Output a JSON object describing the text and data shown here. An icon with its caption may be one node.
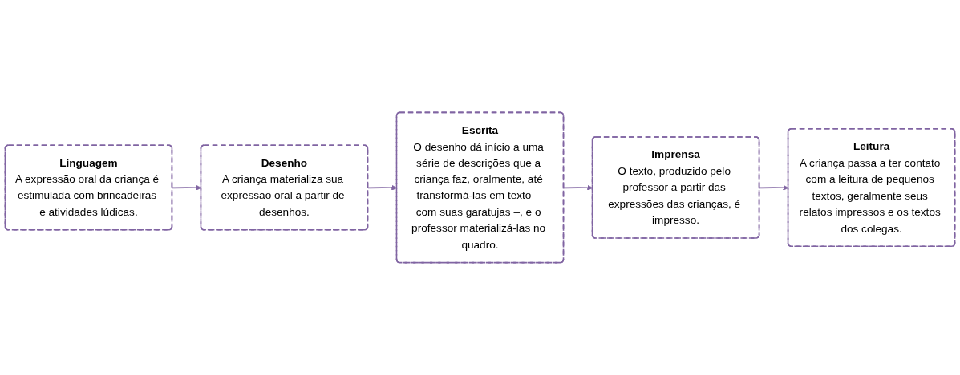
{
  "diagram": {
    "nodes": [
      {
        "text": [
          "Linguagem",
          "A expressão oral da criança é estimulada com brincadeiras e atividades lúdicas."
        ]
      },
      {
        "text": [
          "Desenho",
          "A criança materializa sua expressão oral a partir de desenhos."
        ]
      },
      {
        "text": [
          "Escrita",
          "O desenho dá início a uma série de descrições que a criança faz, oralmente, até transformá-las em texto – com suas garatujas –, e o professor materializá-las no quadro."
        ]
      },
      {
        "text": [
          "Leitura",
          "A criança passa a ter contato com a leitura de pequenos textos, geralmente seus relatos impressos e os textos dos colegas."
        ]
      },
      {
        "text": [
          "Imprensa",
          "O texto, produzido pelo professor a partir das expressões das crianças, é impresso."
        ]
      }
    ],
    "edges": [
      {
        "from": 0,
        "to": 1,
        "arrow": "to"
      },
      {
        "from": 1,
        "to": 2,
        "arrow": "to"
      },
      {
        "from": 2,
        "to": 4,
        "arrow": "to"
      },
      {
        "from": 4,
        "to": 3,
        "arrow": "to"
      }
    ]
  }
}
